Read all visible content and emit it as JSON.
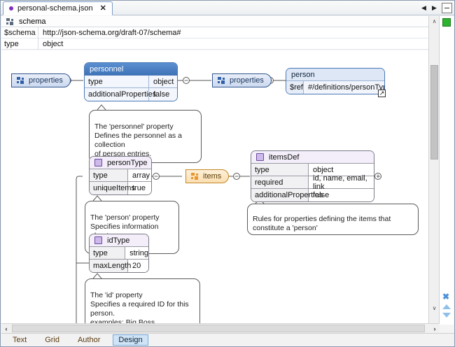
{
  "window": {
    "tab": {
      "title": "personal-schema.json",
      "modified_dot": true,
      "close_label": "✕"
    },
    "tab_nav": {
      "prev": "◀",
      "next": "▶",
      "menu": "list-menu"
    }
  },
  "schema_header": {
    "icon": "grid-icon",
    "title": "schema",
    "rows": [
      {
        "key": "$schema",
        "value": "http://json-schema.org/draft-07/schema#"
      },
      {
        "key": "type",
        "value": "object"
      }
    ]
  },
  "diagram": {
    "nodes": {
      "properties_root": {
        "label": "properties",
        "icon": "properties-icon"
      },
      "properties_person": {
        "label": "properties",
        "icon": "properties-icon"
      },
      "items": {
        "label": "items",
        "icon": "items-icon"
      }
    },
    "boxes": [
      {
        "id": "personnel",
        "title": "personnel",
        "style": "blue",
        "rows": [
          {
            "key": "type",
            "value": "object"
          },
          {
            "key": "additionalProperties",
            "value": "false"
          }
        ]
      },
      {
        "id": "person",
        "title": "person",
        "style": "lblue",
        "rows": [
          {
            "key": "$ref",
            "value": "#/definitions/personType"
          }
        ],
        "link_badge": "↗"
      },
      {
        "id": "personType",
        "title": "personType",
        "style": "def",
        "rows": [
          {
            "key": "type",
            "value": "array"
          },
          {
            "key": "uniqueItems",
            "value": "true"
          }
        ]
      },
      {
        "id": "itemsDef",
        "title": "itemsDef",
        "style": "def",
        "rows": [
          {
            "key": "type",
            "value": "object"
          },
          {
            "key": "required",
            "value": "id, name, email, link"
          },
          {
            "key": "additionalProperties",
            "value": "false"
          }
        ]
      },
      {
        "id": "idType",
        "title": "idType",
        "style": "def",
        "rows": [
          {
            "key": "type",
            "value": "string"
          },
          {
            "key": "maxLength",
            "value": "20"
          }
        ]
      }
    ],
    "comments": [
      {
        "id": "personnel-comment",
        "text": "The 'personnel' property\nDefines the personnel as a collection\nof person entries."
      },
      {
        "id": "persontype-comment",
        "text": "The 'person' property\nSpecifies information about a\nperson."
      },
      {
        "id": "itemsdef-comment",
        "text": "Rules for properties defining the items that constitute a 'person'"
      },
      {
        "id": "idtype-comment",
        "text": "The 'id' property\nSpecifies a required ID for this person.\nexamples: Big Boss"
      }
    ]
  },
  "view_tabs": {
    "items": [
      {
        "label": "Text",
        "active": false
      },
      {
        "label": "Grid",
        "active": false
      },
      {
        "label": "Author",
        "active": false
      },
      {
        "label": "Design",
        "active": true
      }
    ]
  },
  "scrollbars": {
    "vertical": {
      "up": "∧",
      "down": "∨"
    },
    "horizontal": {
      "left": "‹",
      "right": "›"
    }
  },
  "colors": {
    "accent_blue": "#3f73b8",
    "node_orange": "#e8962d",
    "definition_purple": "#cdb9ea",
    "active_tab_bg": "#cfe4f7",
    "overview_green": "#2db32d",
    "overview_marker_blue": "#8fc0ea"
  }
}
